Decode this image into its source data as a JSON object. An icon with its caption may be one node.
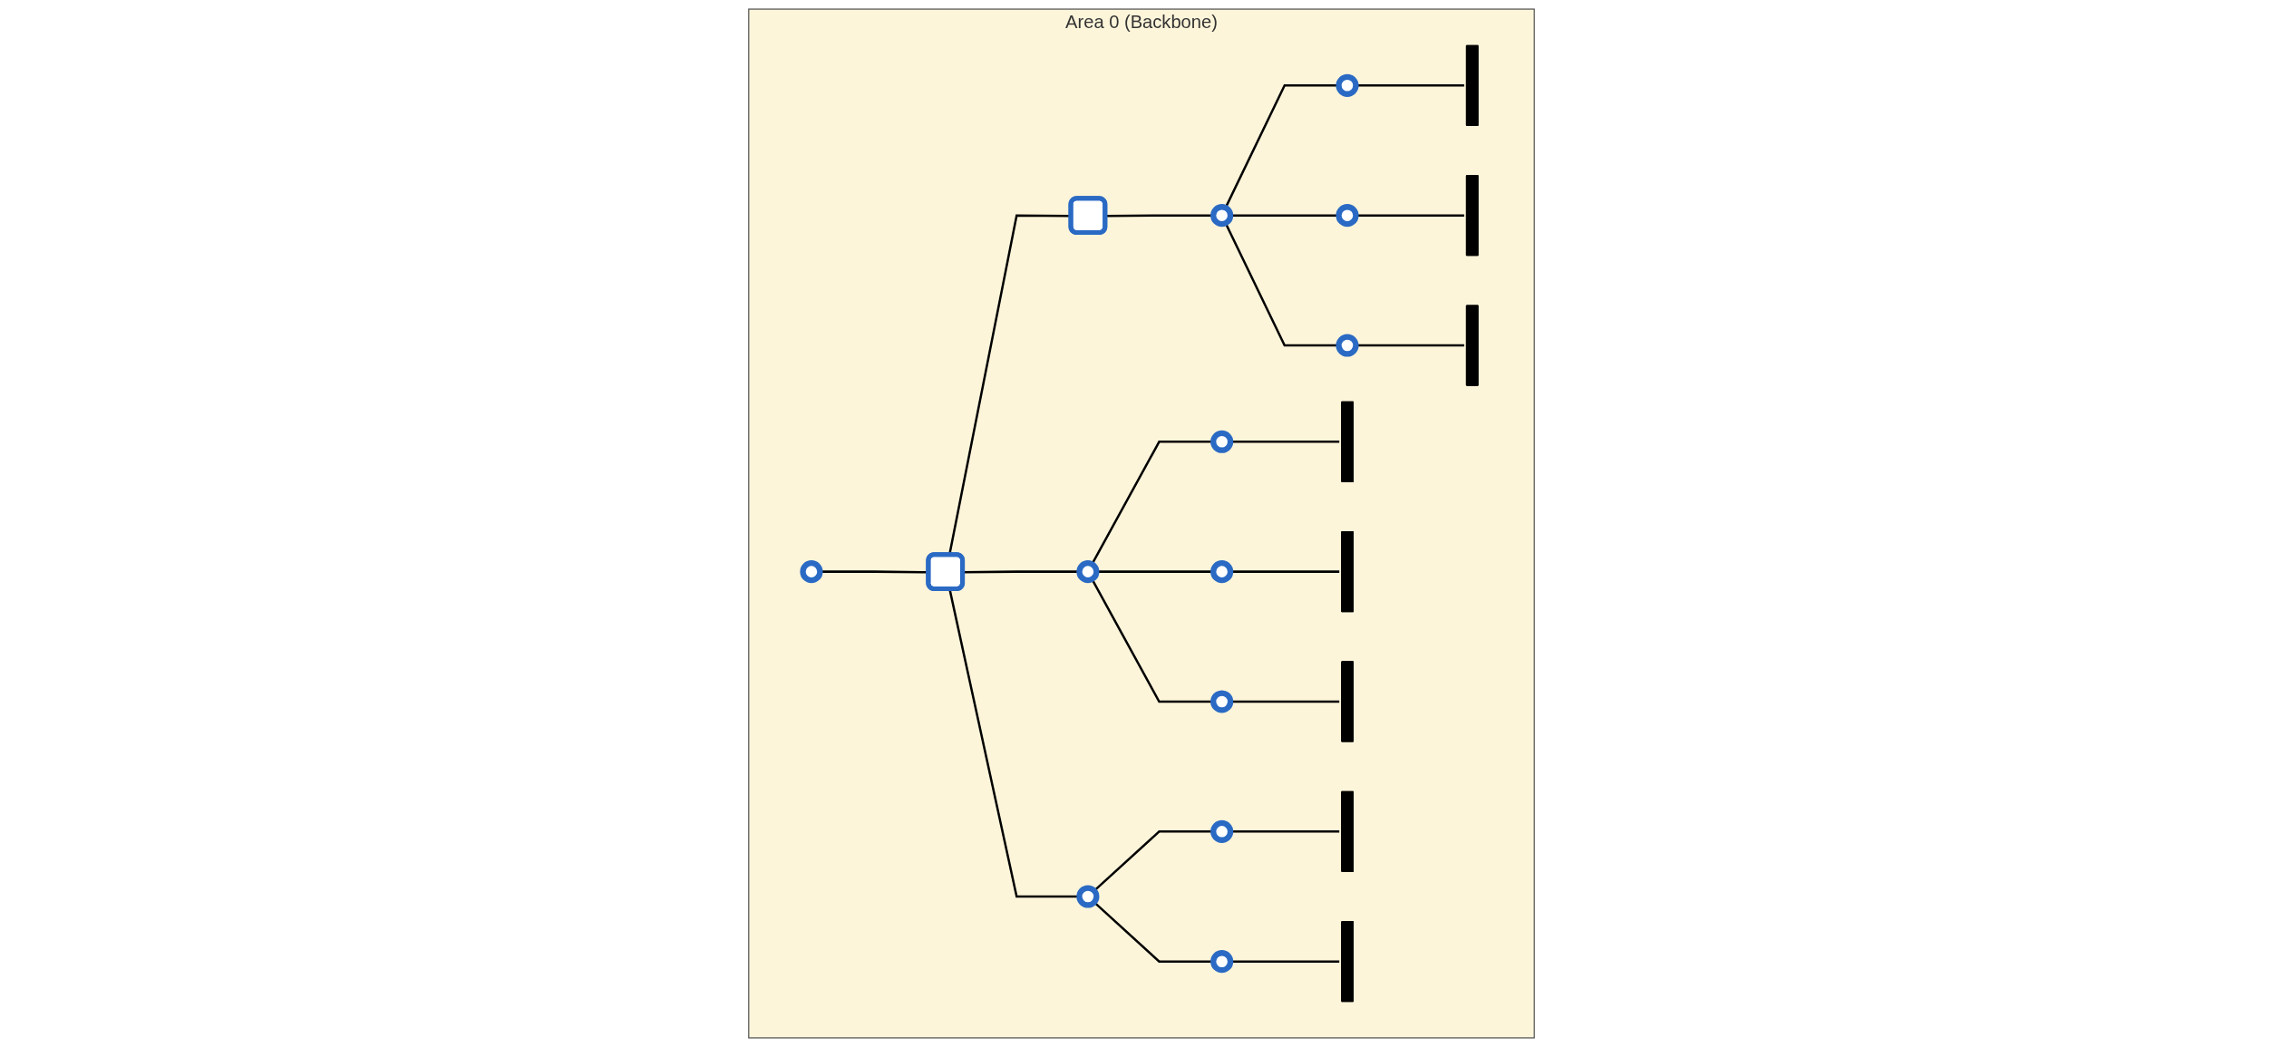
{
  "diagram": {
    "nodes": [
      {
        "text": [
          "Area 0 (Backbone)"
        ]
      },
      {
        "text": [],
        "shape": "circle",
        "in": 0
      },
      {
        "text": [],
        "shape": "box",
        "in": 0
      },
      {
        "text": [],
        "shape": "box",
        "in": 0
      },
      {
        "text": [],
        "shape": "circle",
        "in": 0
      },
      {
        "text": [],
        "shape": "circle",
        "in": 0
      },
      {
        "text": [],
        "shape": "circle",
        "in": 0
      },
      {
        "text": [],
        "shape": "circle",
        "in": 0
      },
      {
        "text": [],
        "shape": "circle",
        "in": 0
      },
      {
        "text": [],
        "shape": "circle",
        "in": 0
      },
      {
        "text": [],
        "shape": "circle",
        "in": 0
      },
      {
        "text": [],
        "shape": "circle",
        "in": 0
      },
      {
        "text": [],
        "shape": "circle",
        "in": 0
      },
      {
        "text": [],
        "shape": "circle",
        "in": 0
      },
      {
        "text": [],
        "shape": "circle",
        "in": 0
      },
      {
        "text": [],
        "shape": "bar",
        "in": 0
      },
      {
        "text": [],
        "shape": "bar",
        "in": 0
      },
      {
        "text": [],
        "shape": "bar",
        "in": 0
      },
      {
        "text": [],
        "shape": "bar",
        "in": 0
      },
      {
        "text": [],
        "shape": "bar",
        "in": 0
      },
      {
        "text": [],
        "shape": "bar",
        "in": 0
      },
      {
        "text": [],
        "shape": "bar",
        "in": 0
      },
      {
        "text": [],
        "shape": "bar",
        "in": 0
      }
    ],
    "edges": [
      {
        "from": 1,
        "to": 2,
        "arrow": "none"
      },
      {
        "from": 2,
        "to": 3,
        "arrow": "none"
      },
      {
        "from": 2,
        "to": 4,
        "arrow": "none"
      },
      {
        "from": 2,
        "to": 5,
        "arrow": "none"
      },
      {
        "from": 3,
        "to": 6,
        "arrow": "none"
      },
      {
        "from": 4,
        "to": 7,
        "arrow": "none"
      },
      {
        "from": 4,
        "to": 8,
        "arrow": "none"
      },
      {
        "from": 4,
        "to": 9,
        "arrow": "none"
      },
      {
        "from": 5,
        "to": 10,
        "arrow": "none"
      },
      {
        "from": 5,
        "to": 11,
        "arrow": "none"
      },
      {
        "from": 6,
        "to": 12,
        "arrow": "none"
      },
      {
        "from": 6,
        "to": 13,
        "arrow": "none"
      },
      {
        "from": 6,
        "to": 14,
        "arrow": "none"
      },
      {
        "from": 7,
        "to": 15,
        "arrow": "none"
      },
      {
        "from": 8,
        "to": 16,
        "arrow": "none"
      },
      {
        "from": 9,
        "to": 17,
        "arrow": "none"
      },
      {
        "from": 10,
        "to": 18,
        "arrow": "none"
      },
      {
        "from": 11,
        "to": 19,
        "arrow": "none"
      },
      {
        "from": 12,
        "to": 20,
        "arrow": "none"
      },
      {
        "from": 13,
        "to": 21,
        "arrow": "none"
      },
      {
        "from": 14,
        "to": 22,
        "arrow": "none"
      }
    ]
  }
}
